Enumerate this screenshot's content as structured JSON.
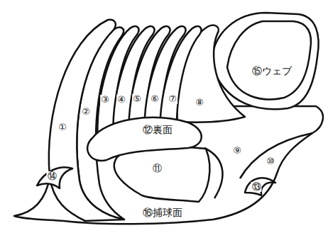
{
  "diagram": {
    "labels": [
      "①",
      "②",
      "③",
      "④",
      "⑤",
      "⑥",
      "⑦",
      "⑧",
      "⑨",
      "⑩",
      "⑪",
      "⑫裏面",
      "⑬",
      "⑭",
      "⑮ウェブ",
      "⑯捕球面"
    ]
  }
}
